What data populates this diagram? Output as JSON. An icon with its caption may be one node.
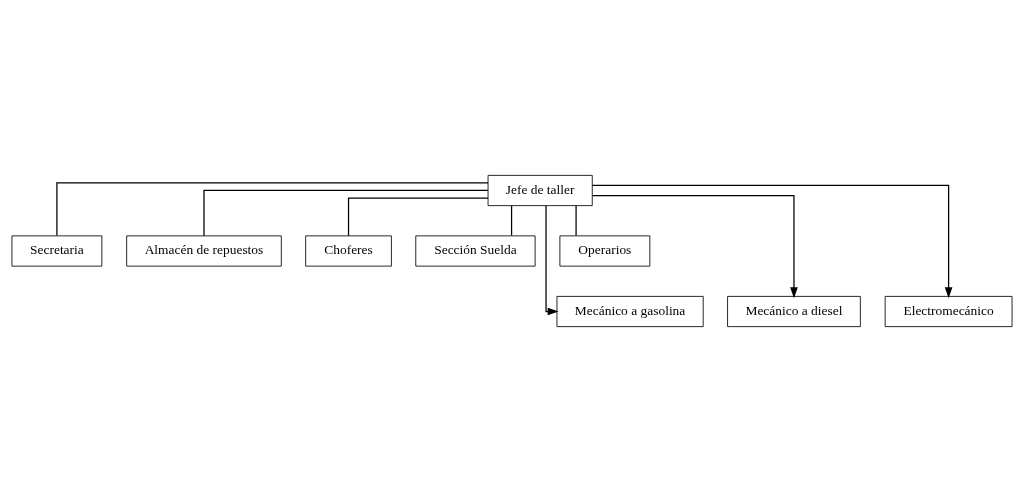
{
  "diagram": {
    "nodes": [
      {
        "text": [
          "Jefe de taller"
        ]
      },
      {
        "text": [
          "Secretaria"
        ]
      },
      {
        "text": [
          "Almacén de repuestos"
        ]
      },
      {
        "text": [
          "Choferes"
        ]
      },
      {
        "text": [
          "Sección Suelda"
        ]
      },
      {
        "text": [
          "Operarios"
        ]
      },
      {
        "text": [
          "Mecánico a gasolina"
        ]
      },
      {
        "text": [
          "Mecánico a diesel"
        ]
      },
      {
        "text": [
          "Electromecánico"
        ]
      }
    ],
    "edges": [
      {
        "from": 0,
        "to": 1,
        "arrow": "none"
      },
      {
        "from": 0,
        "to": 2,
        "arrow": "none"
      },
      {
        "from": 0,
        "to": 3,
        "arrow": "none"
      },
      {
        "from": 0,
        "to": 4,
        "arrow": "none"
      },
      {
        "from": 0,
        "to": 5,
        "arrow": "none"
      },
      {
        "from": 0,
        "to": 6,
        "arrow": "to"
      },
      {
        "from": 0,
        "to": 7,
        "arrow": "to"
      },
      {
        "from": 0,
        "to": 8,
        "arrow": "to"
      }
    ]
  }
}
